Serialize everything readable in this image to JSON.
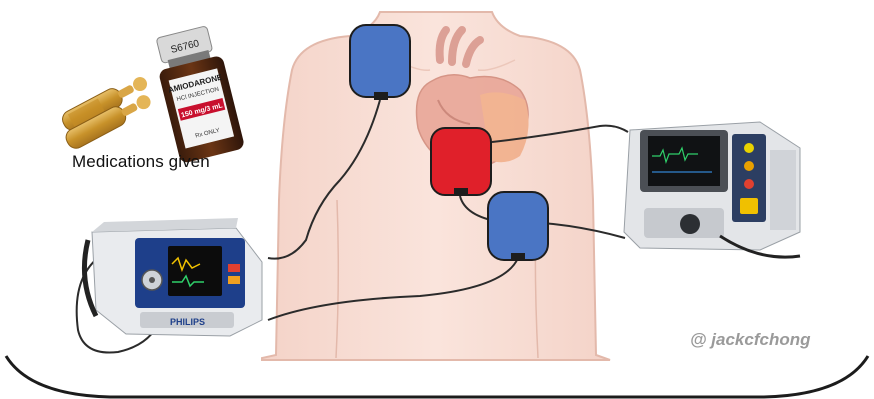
{
  "meds": {
    "caption": "Medications given",
    "vial": {
      "code": "S6760",
      "name": "AMIODARONE",
      "sub": "HCl INJECTION",
      "dose": "150 mg/3 mL",
      "rx": "Rx ONLY"
    }
  },
  "defib_left": {
    "brand": "PHILIPS"
  },
  "credit": "@ jackcfchong",
  "colors": {
    "skin": "#f8dfd6",
    "skin_outline": "#e3b9ab",
    "heart": "#e8a394",
    "pad_blue": "#4a75c4",
    "pad_red": "#e0202a",
    "cable": "#2b2b2b"
  }
}
